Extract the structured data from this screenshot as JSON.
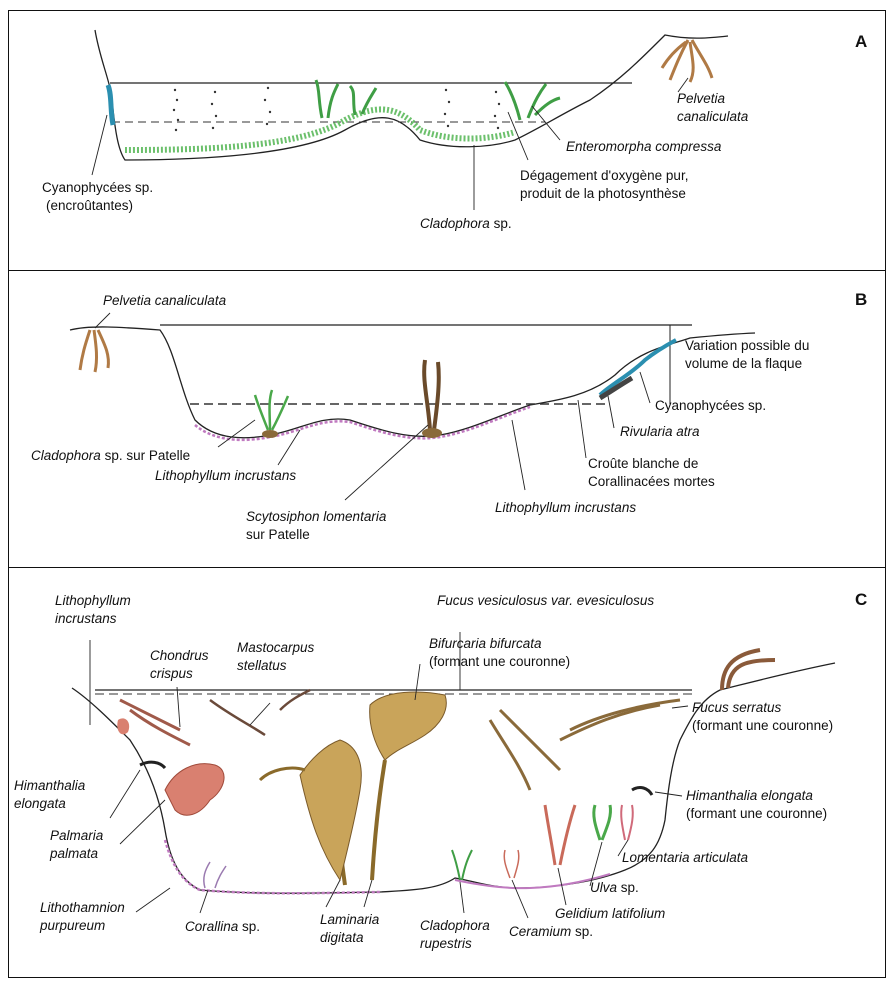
{
  "panels": {
    "a": {
      "letter": "A",
      "pelvetia_1": "Pelvetia",
      "pelvetia_2": "canaliculata",
      "enteromorpha": "Enteromorpha compressa",
      "oxygene_1": "Dégagement d'oxygène pur,",
      "oxygene_2": "produit de la photosynthèse",
      "cyano_1": "Cyanophycées sp.",
      "cyano_2": "(encroûtantes)",
      "cladophora_italic": "Cladophora",
      "cladophora_rest": " sp."
    },
    "b": {
      "letter": "B",
      "pelvetia": "Pelvetia canaliculata",
      "variation_1": "Variation possible du",
      "variation_2": "volume de la flaque",
      "cyano": "Cyanophycées sp.",
      "rivularia": "Rivularia atra",
      "croute_1": "Croûte blanche de",
      "croute_2": "Corallinacées mortes",
      "litho_right": "Lithophyllum incrustans",
      "clado_italic": "Cladophora",
      "clado_rest": " sp. sur Patelle",
      "litho_left": "Lithophyllum incrustans",
      "scyto_1": "Scytosiphon lomentaria",
      "scyto_2": "sur Patelle"
    },
    "c": {
      "letter": "C",
      "litho_1": "Lithophyllum",
      "litho_2": "incrustans",
      "chondrus_1": "Chondrus",
      "chondrus_2": "crispus",
      "masto_1": "Mastocarpus",
      "masto_2": "stellatus",
      "fucus_ves": "Fucus vesiculosus var. evesiculosus",
      "bifurcaria_1": "Bifurcaria bifurcata",
      "bifurcaria_2": "(formant une couronne)",
      "fucus_serr_1": "Fucus serratus",
      "fucus_serr_2": "(formant une couronne)",
      "himan_left_1": "Himanthalia",
      "himan_left_2": "elongata",
      "himan_right_1": "Himanthalia elongata",
      "himan_right_2": "(formant une couronne)",
      "palmaria_1": "Palmaria",
      "palmaria_2": "palmata",
      "lomentaria": "Lomentaria articulata",
      "ulva_italic": "Ulva",
      "ulva_rest": " sp.",
      "lithotham_1": "Lithothamnion",
      "lithotham_2": "purpureum",
      "corallina_italic": "Corallina",
      "corallina_rest": " sp.",
      "laminaria_1": "Laminaria",
      "laminaria_2": "digitata",
      "clado_1": "Cladophora",
      "clado_2": "rupestris",
      "ceramium_italic": "Ceramium",
      "ceramium_rest": " sp.",
      "gelidium": "Gelidium latifolium"
    }
  },
  "colors": {
    "green_algae": "#4aa84a",
    "brown_algae": "#b08a4a",
    "red_algae": "#c96a5a",
    "cyano_blue": "#2b8fb0",
    "pink_crust": "#c07ac0"
  }
}
